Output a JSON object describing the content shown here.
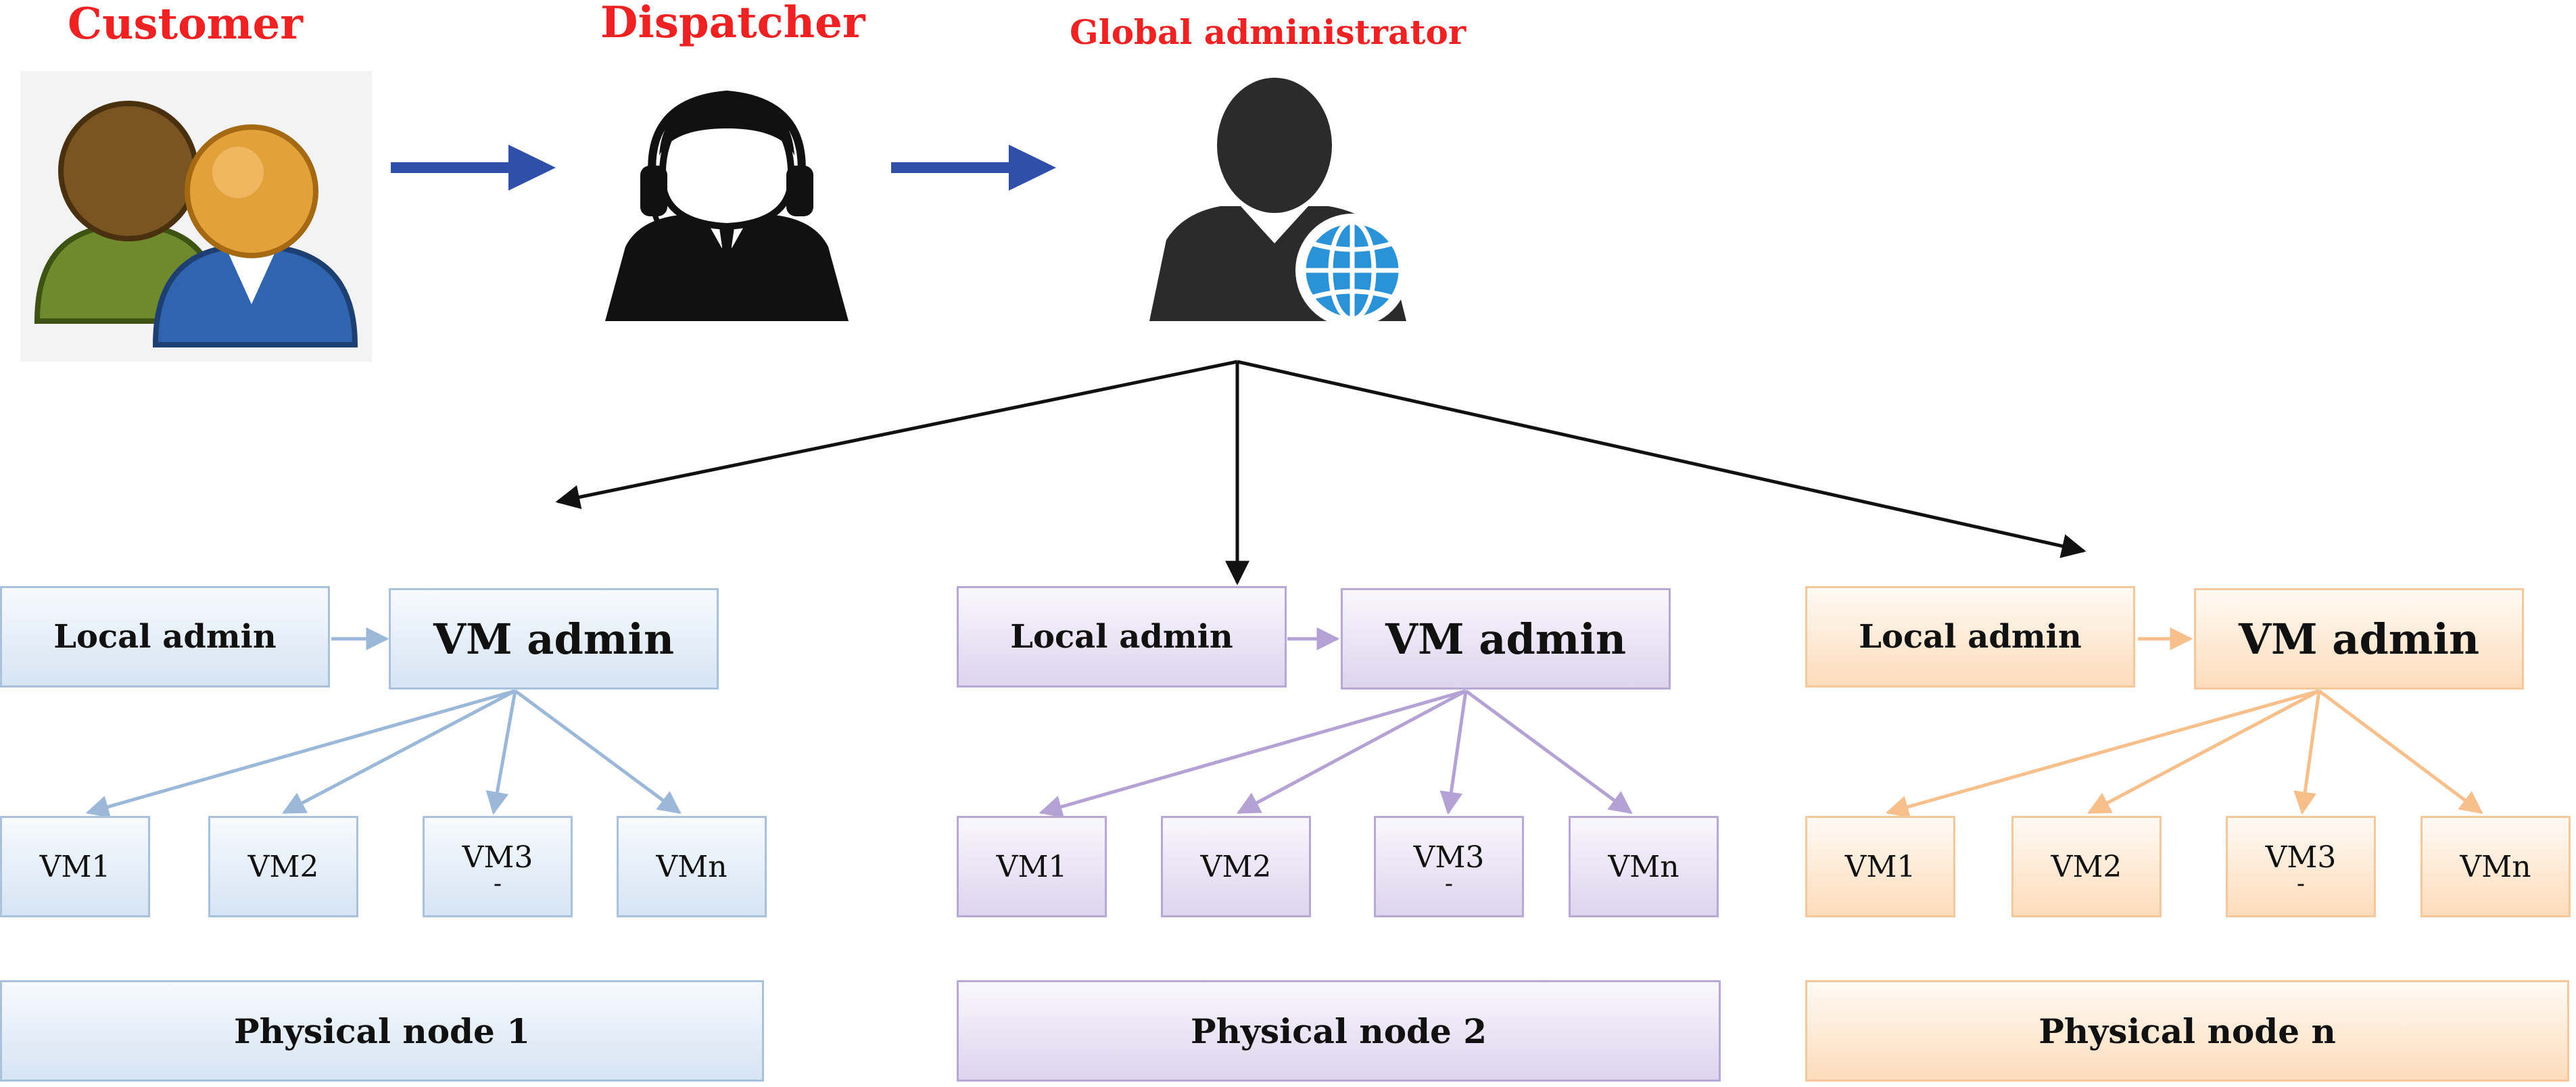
{
  "roles": {
    "customer": "Customer",
    "dispatcher": "Dispatcher",
    "global_admin": "Global administrator"
  },
  "icons": {
    "customer": "users-icon",
    "dispatcher": "operator-headset-icon",
    "global_admin": "admin-globe-icon"
  },
  "colors": {
    "title": "#ee2222",
    "flow_arrow": "#2f4fa8",
    "node1": "#a8c2de",
    "node2": "#b8a8d6",
    "noden": "#f6c79a"
  },
  "nodes": [
    {
      "local_admin": "Local admin",
      "vm_admin": "VM admin",
      "vms": [
        "VM1",
        "VM2",
        "VM3",
        "VMn"
      ],
      "vm3_dash": "-",
      "physical": "Physical node 1"
    },
    {
      "local_admin": "Local admin",
      "vm_admin": "VM admin",
      "vms": [
        "VM1",
        "VM2",
        "VM3",
        "VMn"
      ],
      "vm3_dash": "-",
      "physical": "Physical node 2"
    },
    {
      "local_admin": "Local admin",
      "vm_admin": "VM admin",
      "vms": [
        "VM1",
        "VM2",
        "VM3",
        "VMn"
      ],
      "vm3_dash": "-",
      "physical": "Physical node n"
    }
  ]
}
